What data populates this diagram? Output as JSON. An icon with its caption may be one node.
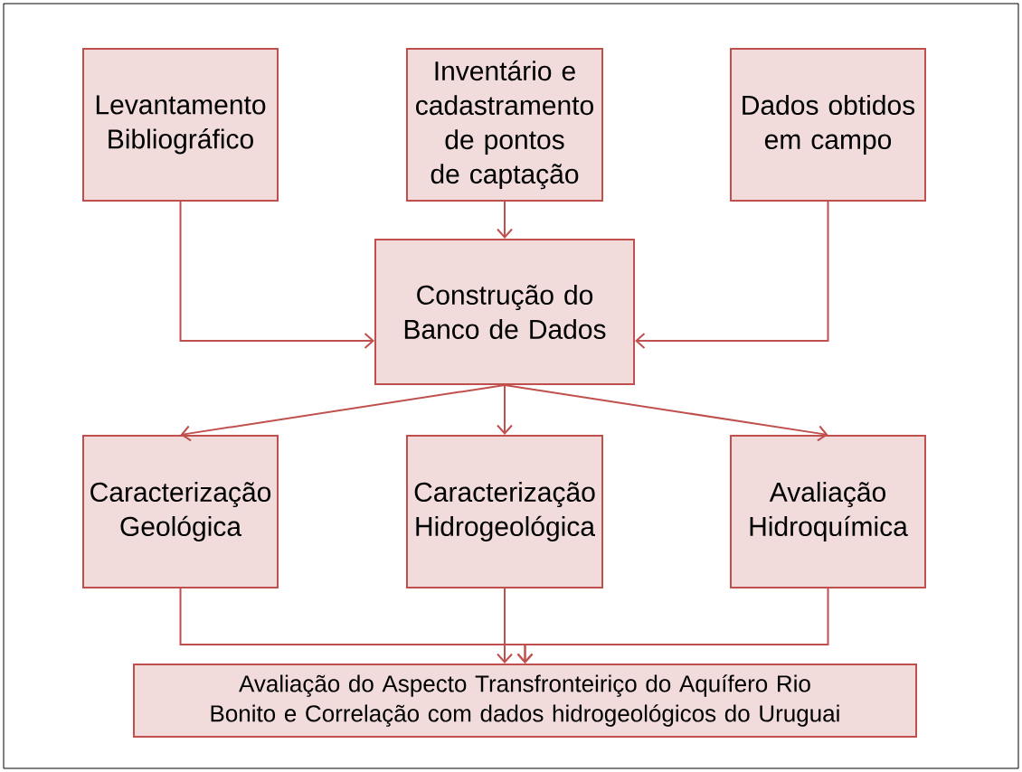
{
  "diagram": {
    "nodes": [
      {
        "text": [
          "Levantamento Bibliográfico"
        ]
      },
      {
        "text": [
          "Inventário e cadastramento de pontos de captação"
        ]
      },
      {
        "text": [
          "Dados obtidos em campo"
        ]
      },
      {
        "text": [
          "Construção do Banco de Dados"
        ]
      },
      {
        "text": [
          "Caracterização Geológica"
        ]
      },
      {
        "text": [
          "Caracterização Hidrogeológica"
        ]
      },
      {
        "text": [
          "Avaliação Hidroquímica"
        ]
      },
      {
        "text": [
          "Avaliação do Aspecto Transfronteiriço do Aquífero Rio Bonito e Correlação com dados hidrogeológicos do Uruguai"
        ]
      }
    ],
    "edges": [
      {
        "from": 0,
        "to": 3,
        "arrow": "to"
      },
      {
        "from": 1,
        "to": 3,
        "arrow": "to"
      },
      {
        "from": 2,
        "to": 3,
        "arrow": "to"
      },
      {
        "from": 3,
        "to": 4,
        "arrow": "to"
      },
      {
        "from": 3,
        "to": 5,
        "arrow": "to"
      },
      {
        "from": 3,
        "to": 6,
        "arrow": "to"
      },
      {
        "from": 4,
        "to": 7,
        "arrow": "to"
      },
      {
        "from": 5,
        "to": 7,
        "arrow": "to"
      },
      {
        "from": 6,
        "to": 7,
        "arrow": "to"
      }
    ]
  }
}
